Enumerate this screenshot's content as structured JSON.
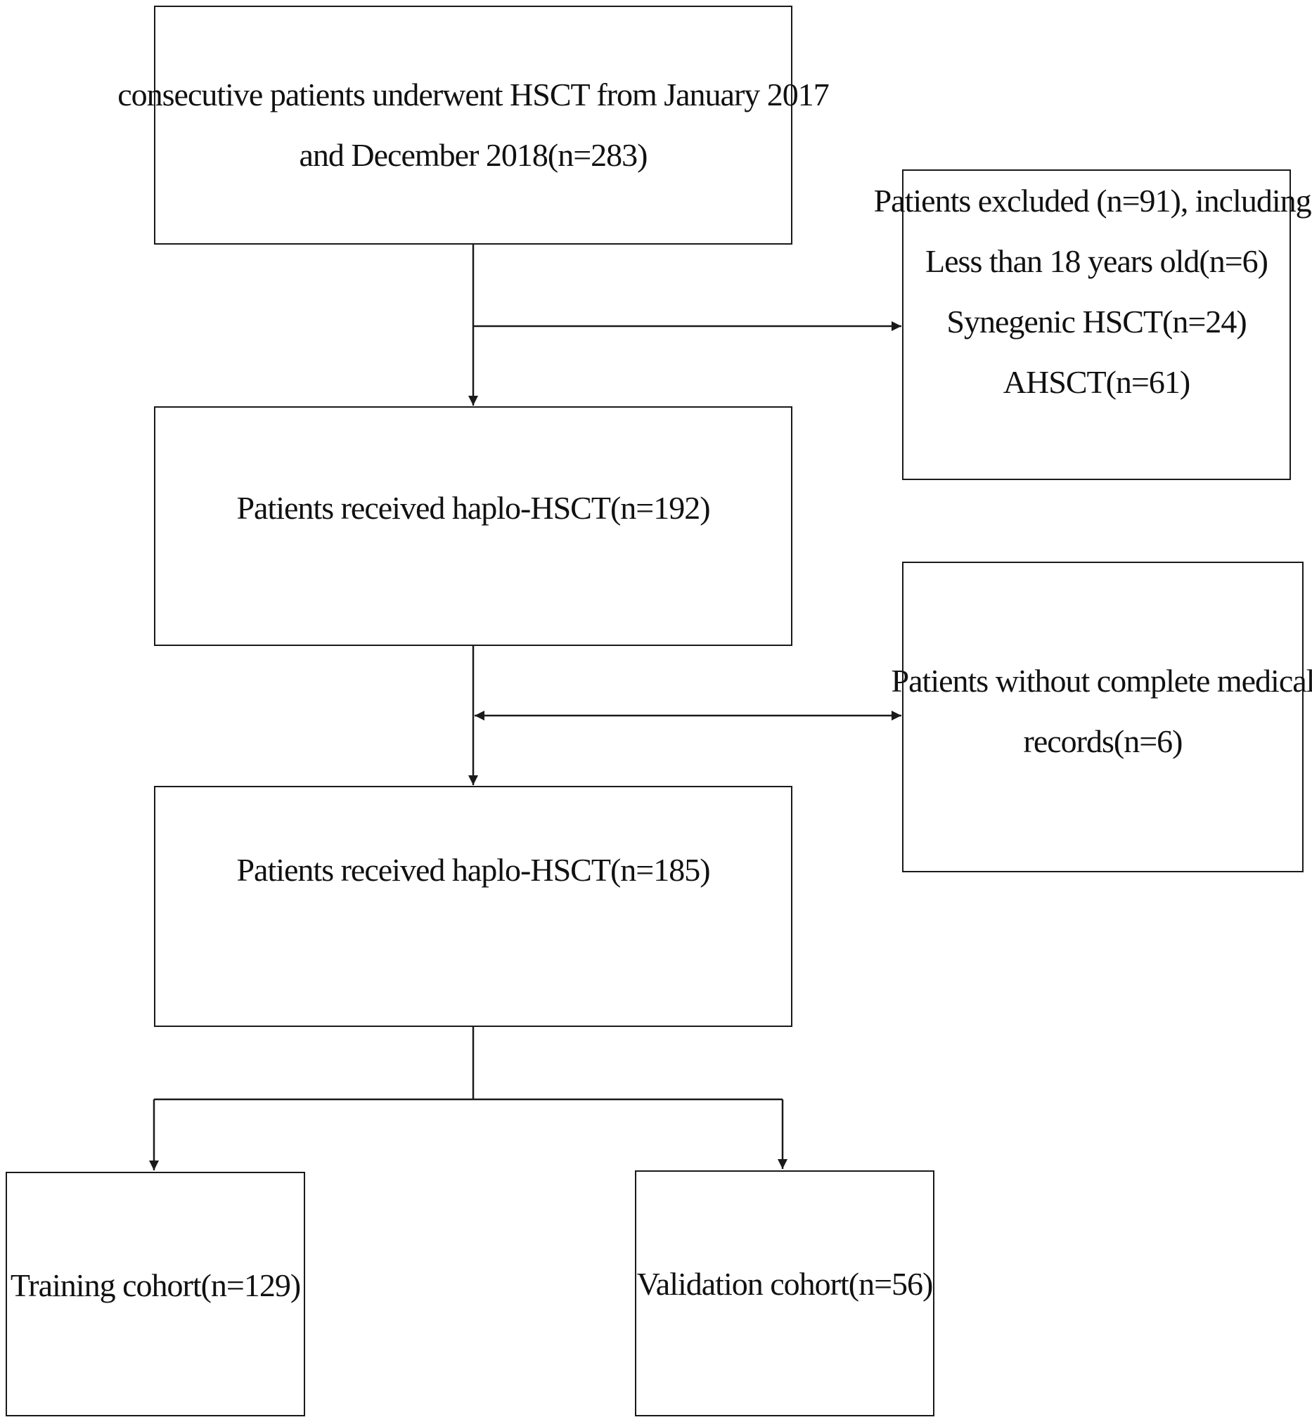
{
  "flowchart": {
    "start": {
      "lines": [
        "consecutive patients  underwent HSCT from January 2017",
        "and December 2018(n=283)"
      ]
    },
    "excluded": {
      "lines": [
        "Patients excluded (n=91), including:",
        "Less than 18 years old(n=6)",
        "Synegenic HSCT(n=24)",
        "AHSCT(n=61)"
      ]
    },
    "haplo_192": {
      "lines": [
        "Patients received haplo-HSCT(n=192)"
      ]
    },
    "incomplete": {
      "lines": [
        "Patients without complete medical",
        "records(n=6)"
      ]
    },
    "haplo_185": {
      "lines": [
        "Patients received haplo-HSCT(n=185)"
      ]
    },
    "training": {
      "lines": [
        "Training cohort(n=129)"
      ]
    },
    "validation": {
      "lines": [
        "Validation cohort(n=56)"
      ]
    }
  },
  "colors": {
    "stroke": "#1a1a1a",
    "text": "#111111",
    "background": "#ffffff"
  }
}
